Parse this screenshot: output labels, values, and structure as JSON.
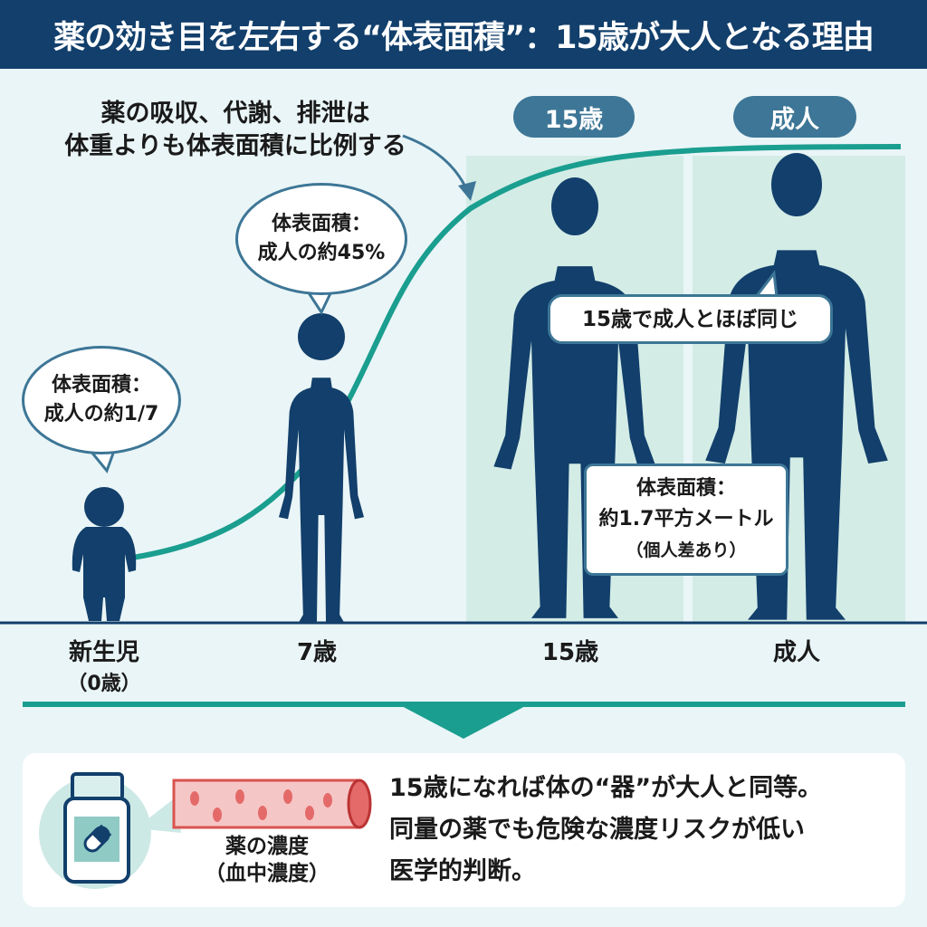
{
  "header": {
    "title": "薬の効き目を左右する“体表面積”：15歳が大人となる理由"
  },
  "annotation": {
    "line1": "薬の吸収、代謝、排泄は",
    "line2": "体重よりも体表面積に比例する"
  },
  "pills": [
    "15歳",
    "成人"
  ],
  "bubbles": {
    "newborn": {
      "line1": "体表面積：",
      "line2": "成人の約1/7"
    },
    "age7": {
      "line1": "体表面積：",
      "line2": "成人の約45%"
    },
    "same": "15歳で成人とほぼ同じ",
    "info": {
      "line1": "体表面積：",
      "line2": "約1.7平方メートル",
      "line3": "（個人差あり）"
    }
  },
  "stages": [
    {
      "label": "新生児",
      "sub": "（0歳）"
    },
    {
      "label": "7歳"
    },
    {
      "label": "15歳"
    },
    {
      "label": "成人"
    }
  ],
  "bottom": {
    "drug_label1": "薬の濃度",
    "drug_label2": "（血中濃度）",
    "msg1": "15歳になれば体の“器”が大人と同等。",
    "msg2": "同量の薬でも危険な濃度リスクが低い",
    "msg3": "医学的判断。"
  },
  "colors": {
    "navy": "#123f6b",
    "teal": "#1a9e8f",
    "shade": "#d3ece6",
    "pill": "#3d7696",
    "vessel": "#e46a6a"
  }
}
